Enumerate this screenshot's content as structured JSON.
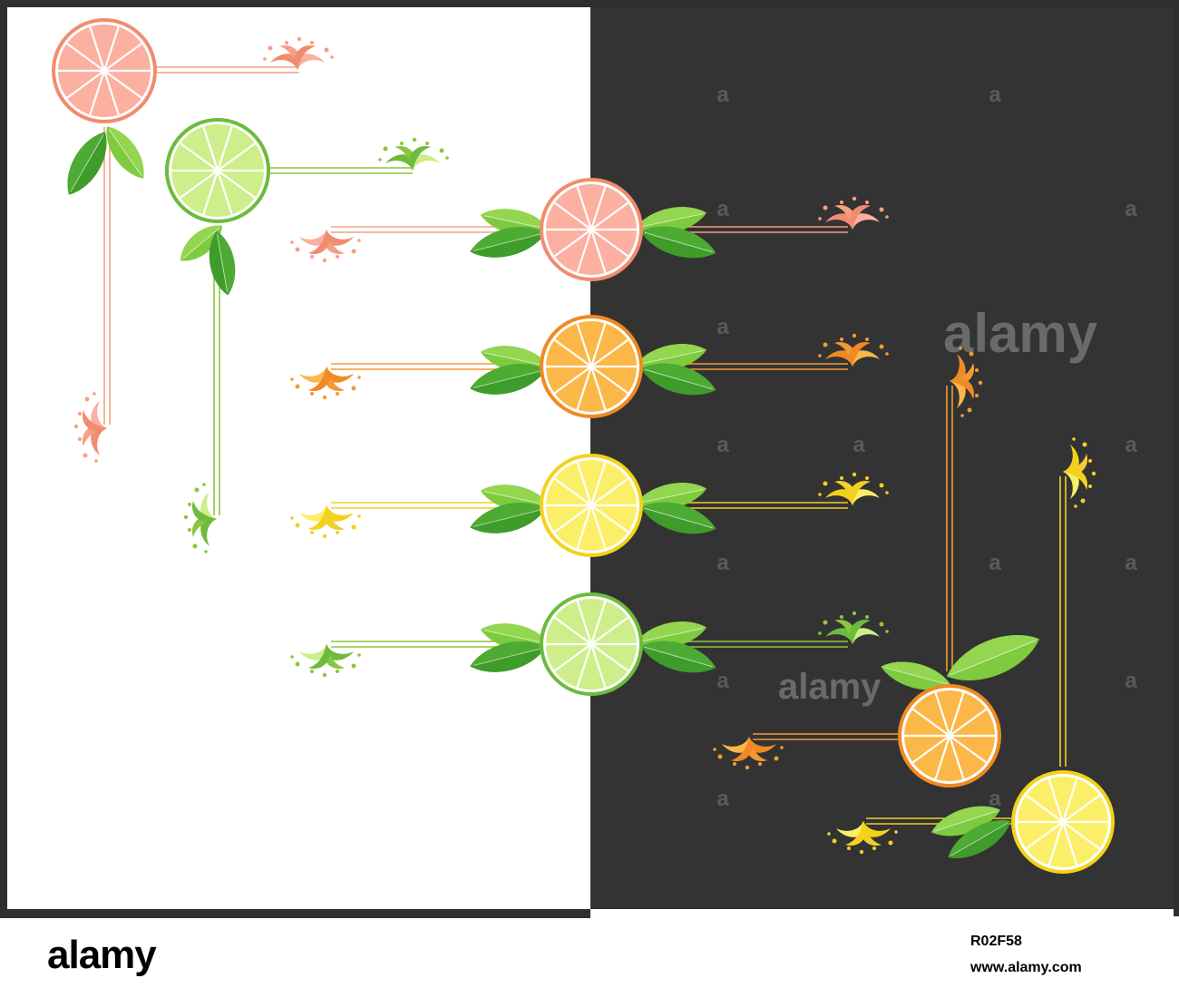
{
  "colors": {
    "dark_panel": "#333333",
    "frame": "#2f2f2f",
    "leaf_light": "#7ecb3f",
    "leaf_dark": "#3f9b2a",
    "grapefruit": {
      "rind": "#f28c6e",
      "flesh": "#fbb0a2",
      "line": "#f5a083"
    },
    "lime": {
      "rind": "#6dbb3c",
      "flesh": "#cdee8a",
      "line": "#8cc63f"
    },
    "orange": {
      "rind": "#f08a24",
      "flesh": "#fbb848",
      "line": "#f39a35"
    },
    "lemon": {
      "rind": "#f4d21c",
      "flesh": "#fbef6a",
      "line": "#f2cf2a"
    }
  },
  "watermark": {
    "wordmark": "alamy",
    "mark": "a"
  },
  "footer": {
    "logo": "alamy",
    "image_id": "R02F58",
    "url": "www.alamy.com"
  },
  "ornaments": [
    {
      "name": "grapefruit-corner-top-left",
      "fruit": "grapefruit"
    },
    {
      "name": "lime-corner-top-left",
      "fruit": "lime"
    },
    {
      "name": "grapefruit-divider",
      "fruit": "grapefruit"
    },
    {
      "name": "orange-divider",
      "fruit": "orange"
    },
    {
      "name": "lemon-divider",
      "fruit": "lemon"
    },
    {
      "name": "lime-divider",
      "fruit": "lime"
    },
    {
      "name": "orange-corner-bottom-right",
      "fruit": "orange"
    },
    {
      "name": "lemon-corner-bottom-right",
      "fruit": "lemon"
    }
  ]
}
